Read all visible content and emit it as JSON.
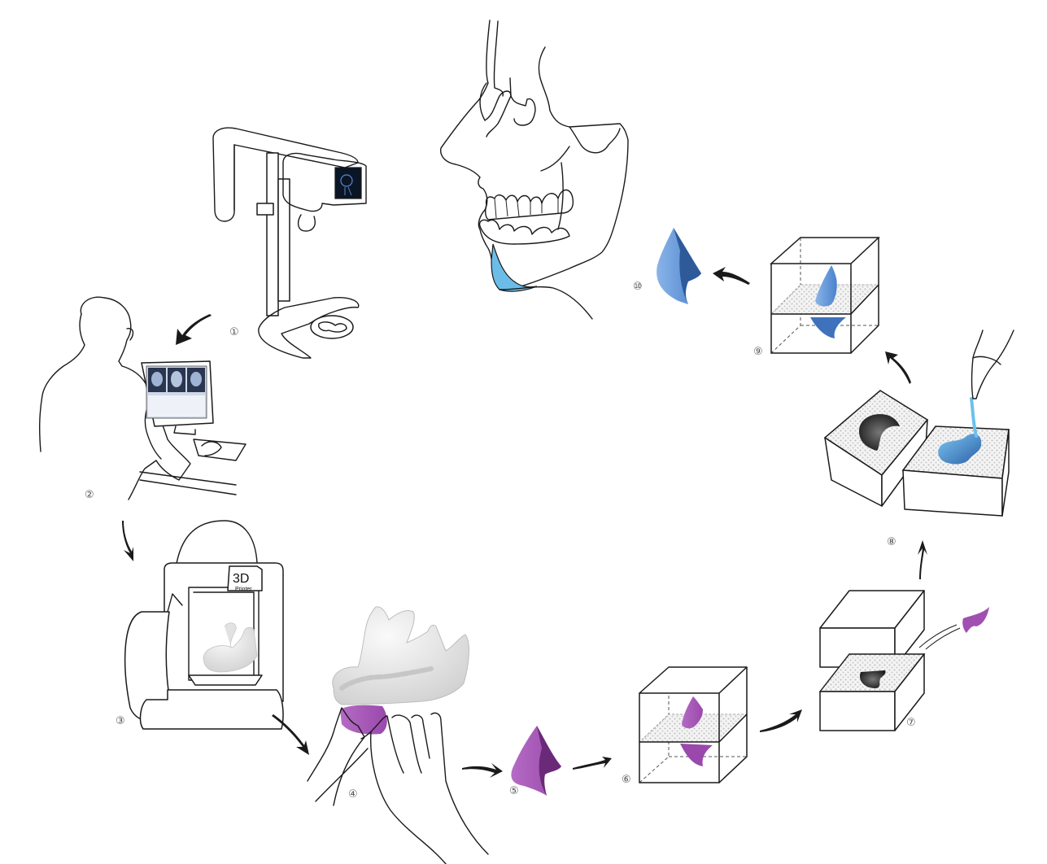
{
  "figure": {
    "type": "process-cycle",
    "subject": "3D-printed custom chin implant fabrication workflow",
    "colors": {
      "line": "#1a1a1a",
      "implant_purple": "#a050b0",
      "implant_purple_dark": "#6a2a78",
      "implant_blue": "#5a90d8",
      "implant_blue_dark": "#2e5a9a",
      "fluid_blue": "#6cc0ee",
      "bone_gray": "#e6e6e6",
      "mold_dots": "#bdbdbd"
    },
    "printer_label": {
      "big": "3D",
      "small": "Printer"
    },
    "steps": [
      {
        "num": "①",
        "icon": "cbct-scanner-icon",
        "description": "CT scanning"
      },
      {
        "num": "②",
        "icon": "workstation-icon",
        "description": "Computer-aided design"
      },
      {
        "num": "③",
        "icon": "3d-printer-icon",
        "description": "3D printing of mandible model"
      },
      {
        "num": "④",
        "icon": "mandible-model-icon",
        "description": "Wax-up on printed mandible"
      },
      {
        "num": "⑤",
        "icon": "purple-implant-icon",
        "description": "Wax implant pattern"
      },
      {
        "num": "⑥",
        "icon": "flask-invest-icon",
        "description": "Investing pattern in flask"
      },
      {
        "num": "⑦",
        "icon": "mold-open-icon",
        "description": "Removing pattern, mold cavity"
      },
      {
        "num": "⑧",
        "icon": "silicone-pour-icon",
        "description": "Pouring silicone into mold"
      },
      {
        "num": "⑨",
        "icon": "flask-cure-icon",
        "description": "Curing silicone in flask"
      },
      {
        "num": "⑩",
        "icon": "blue-implant-icon",
        "description": "Final silicone implant placed at chin"
      }
    ]
  }
}
